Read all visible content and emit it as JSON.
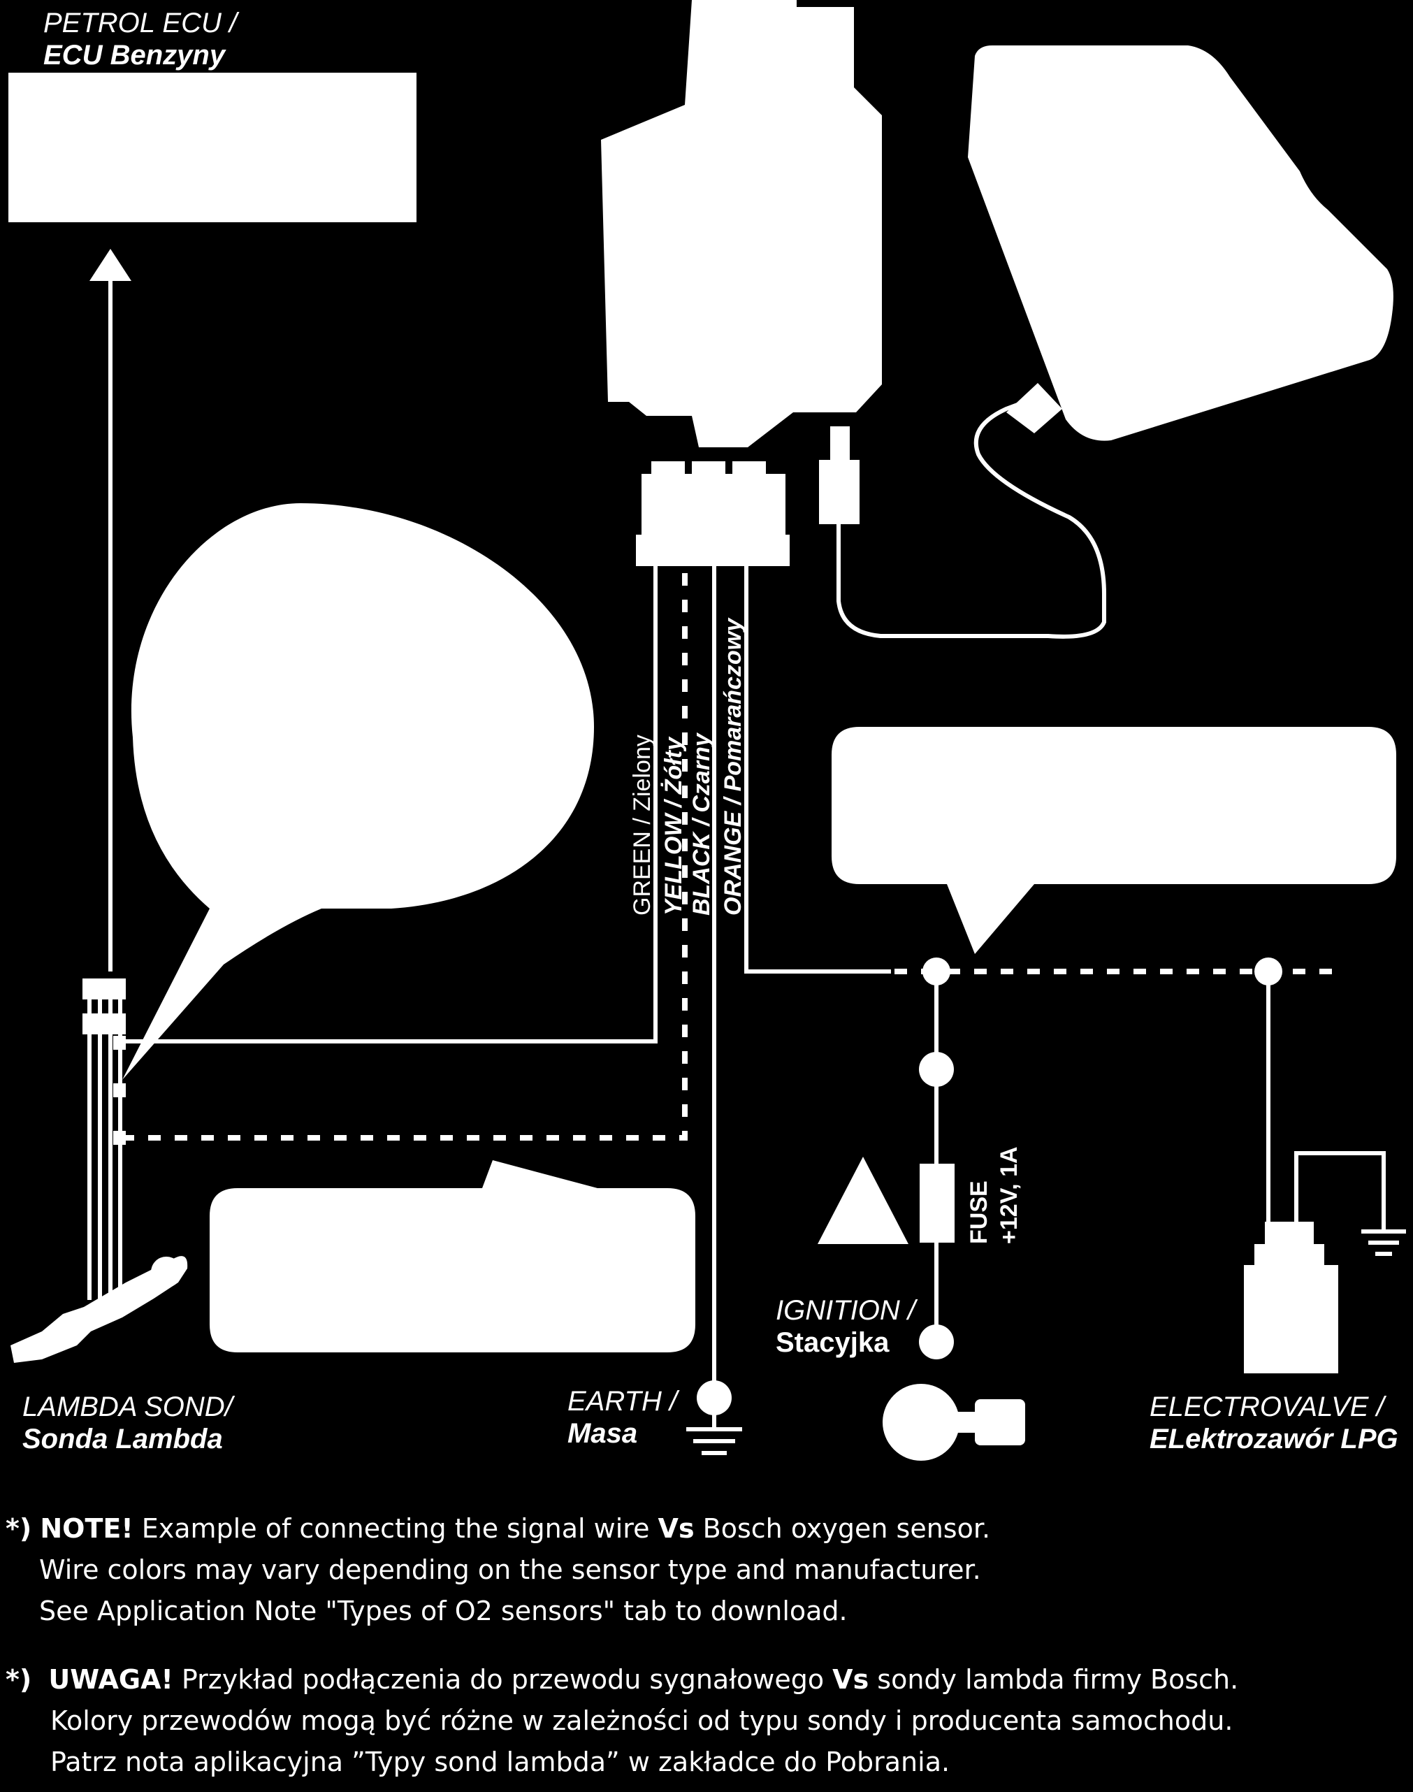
{
  "labels": {
    "petrol_ecu": {
      "line1": "PETROL ECU /",
      "line2": "ECU Benzyny"
    },
    "lambda_sond": {
      "line1": "LAMBDA SOND/",
      "line2": "Sonda Lambda"
    },
    "earth": {
      "line1": "EARTH /",
      "line2": "Masa"
    },
    "ignition": {
      "line1": "IGNITION /",
      "line2": "Stacyjka"
    },
    "electrovalve": {
      "line1": "ELECTROVALVE /",
      "line2": "ELektrozawór LPG"
    },
    "fuse": {
      "line1": "FUSE",
      "line2": "+12V, 1A"
    }
  },
  "wires": {
    "green": "GREEN / Zielony",
    "yellow": "YELLOW / Żółty",
    "black": "BLACK / Czarny",
    "orange": "ORANGE / Pomarańczowy"
  },
  "notes": {
    "en": {
      "marker": "*)",
      "keyword": "NOTE!",
      "line1_text": " Example of connecting the signal wire ",
      "line1_bold": "Vs",
      "line1_tail": " Bosch oxygen sensor.",
      "line2": "Wire colors may vary depending on the sensor type and manufacturer.",
      "line3": "See Application Note \"Types of O2 sensors\" tab to download."
    },
    "pl": {
      "marker": "*)",
      "keyword": "UWAGA!",
      "line1_text": " Przykład podłączenia do przewodu sygnałowego ",
      "line1_bold": "Vs",
      "line1_tail": " sondy lambda firmy Bosch.",
      "line2": "Kolory przewodów mogą być różne w zależności od typu sondy i producenta samochodu.",
      "line3": "Patrz nota aplikacyjna ”Typy sond lambda” w zakładce do Pobrania."
    }
  },
  "colors": {
    "background": "#000000",
    "foreground": "#ffffff"
  }
}
